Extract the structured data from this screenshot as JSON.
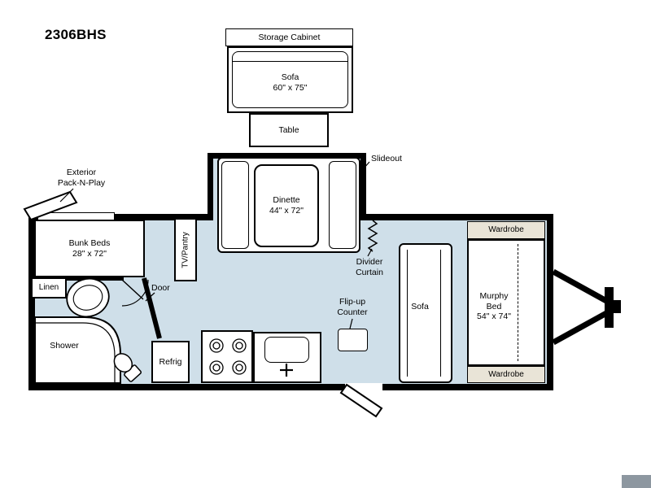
{
  "title": "2306BHS",
  "colors": {
    "floor": "#cfdfe9",
    "wall": "#000000",
    "cabinet_fill": "#e9e4d7",
    "watermark": "#8d97a0"
  },
  "labels": {
    "storage_cabinet": "Storage Cabinet",
    "exterior_sofa_name": "Sofa",
    "exterior_sofa_size": "60\" x 75\"",
    "table": "Table",
    "slideout": "Slideout",
    "pack_n_play_1": "Exterior",
    "pack_n_play_2": "Pack-N-Play",
    "dinette_name": "Dinette",
    "dinette_size": "44\" x 72\"",
    "bunk_name": "Bunk Beds",
    "bunk_size": "28\" x 72\"",
    "tv_pantry": "TV/Pantry",
    "linen": "Linen",
    "door": "Door",
    "shower": "Shower",
    "refrig": "Refrig",
    "divider_1": "Divider",
    "divider_2": "Curtain",
    "flip_1": "Flip-up",
    "flip_2": "Counter",
    "sofa": "Sofa",
    "murphy_1": "Murphy",
    "murphy_2": "Bed",
    "murphy_size": "54\" x 74\"",
    "wardrobe_top": "Wardrobe",
    "wardrobe_bottom": "Wardrobe"
  }
}
